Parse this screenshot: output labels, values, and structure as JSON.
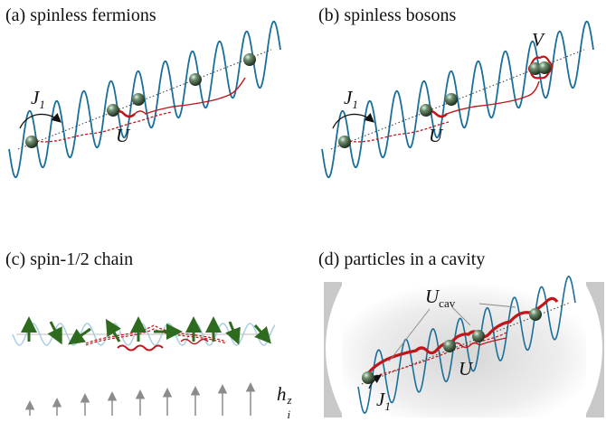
{
  "panels": {
    "a": {
      "title": "(a) spinless fermions",
      "label_hop": "J",
      "label_hop_sub": "1",
      "label_int": "U"
    },
    "b": {
      "title": "(b) spinless bosons",
      "label_hop": "J",
      "label_hop_sub": "1",
      "label_int": "U",
      "label_onsite": "V"
    },
    "c": {
      "title": "(c) spin-1/2 chain",
      "label_field": "h",
      "label_field_sup": "z",
      "label_field_sub": "i"
    },
    "d": {
      "title": "(d) particles in a cavity",
      "label_cav": "U",
      "label_cav_sub": "cav",
      "label_int": "U",
      "label_hop": "J",
      "label_hop_sub": "1"
    }
  },
  "colors": {
    "lattice": "#1a6e9a",
    "lattice_faint": "#a9cfe0",
    "interaction": "#c0161b",
    "spin": "#2f6b1f",
    "field_arrow": "#8c8c8c",
    "particle": "#3b5a3b",
    "cavity_mirror": "#c8c8c8"
  }
}
